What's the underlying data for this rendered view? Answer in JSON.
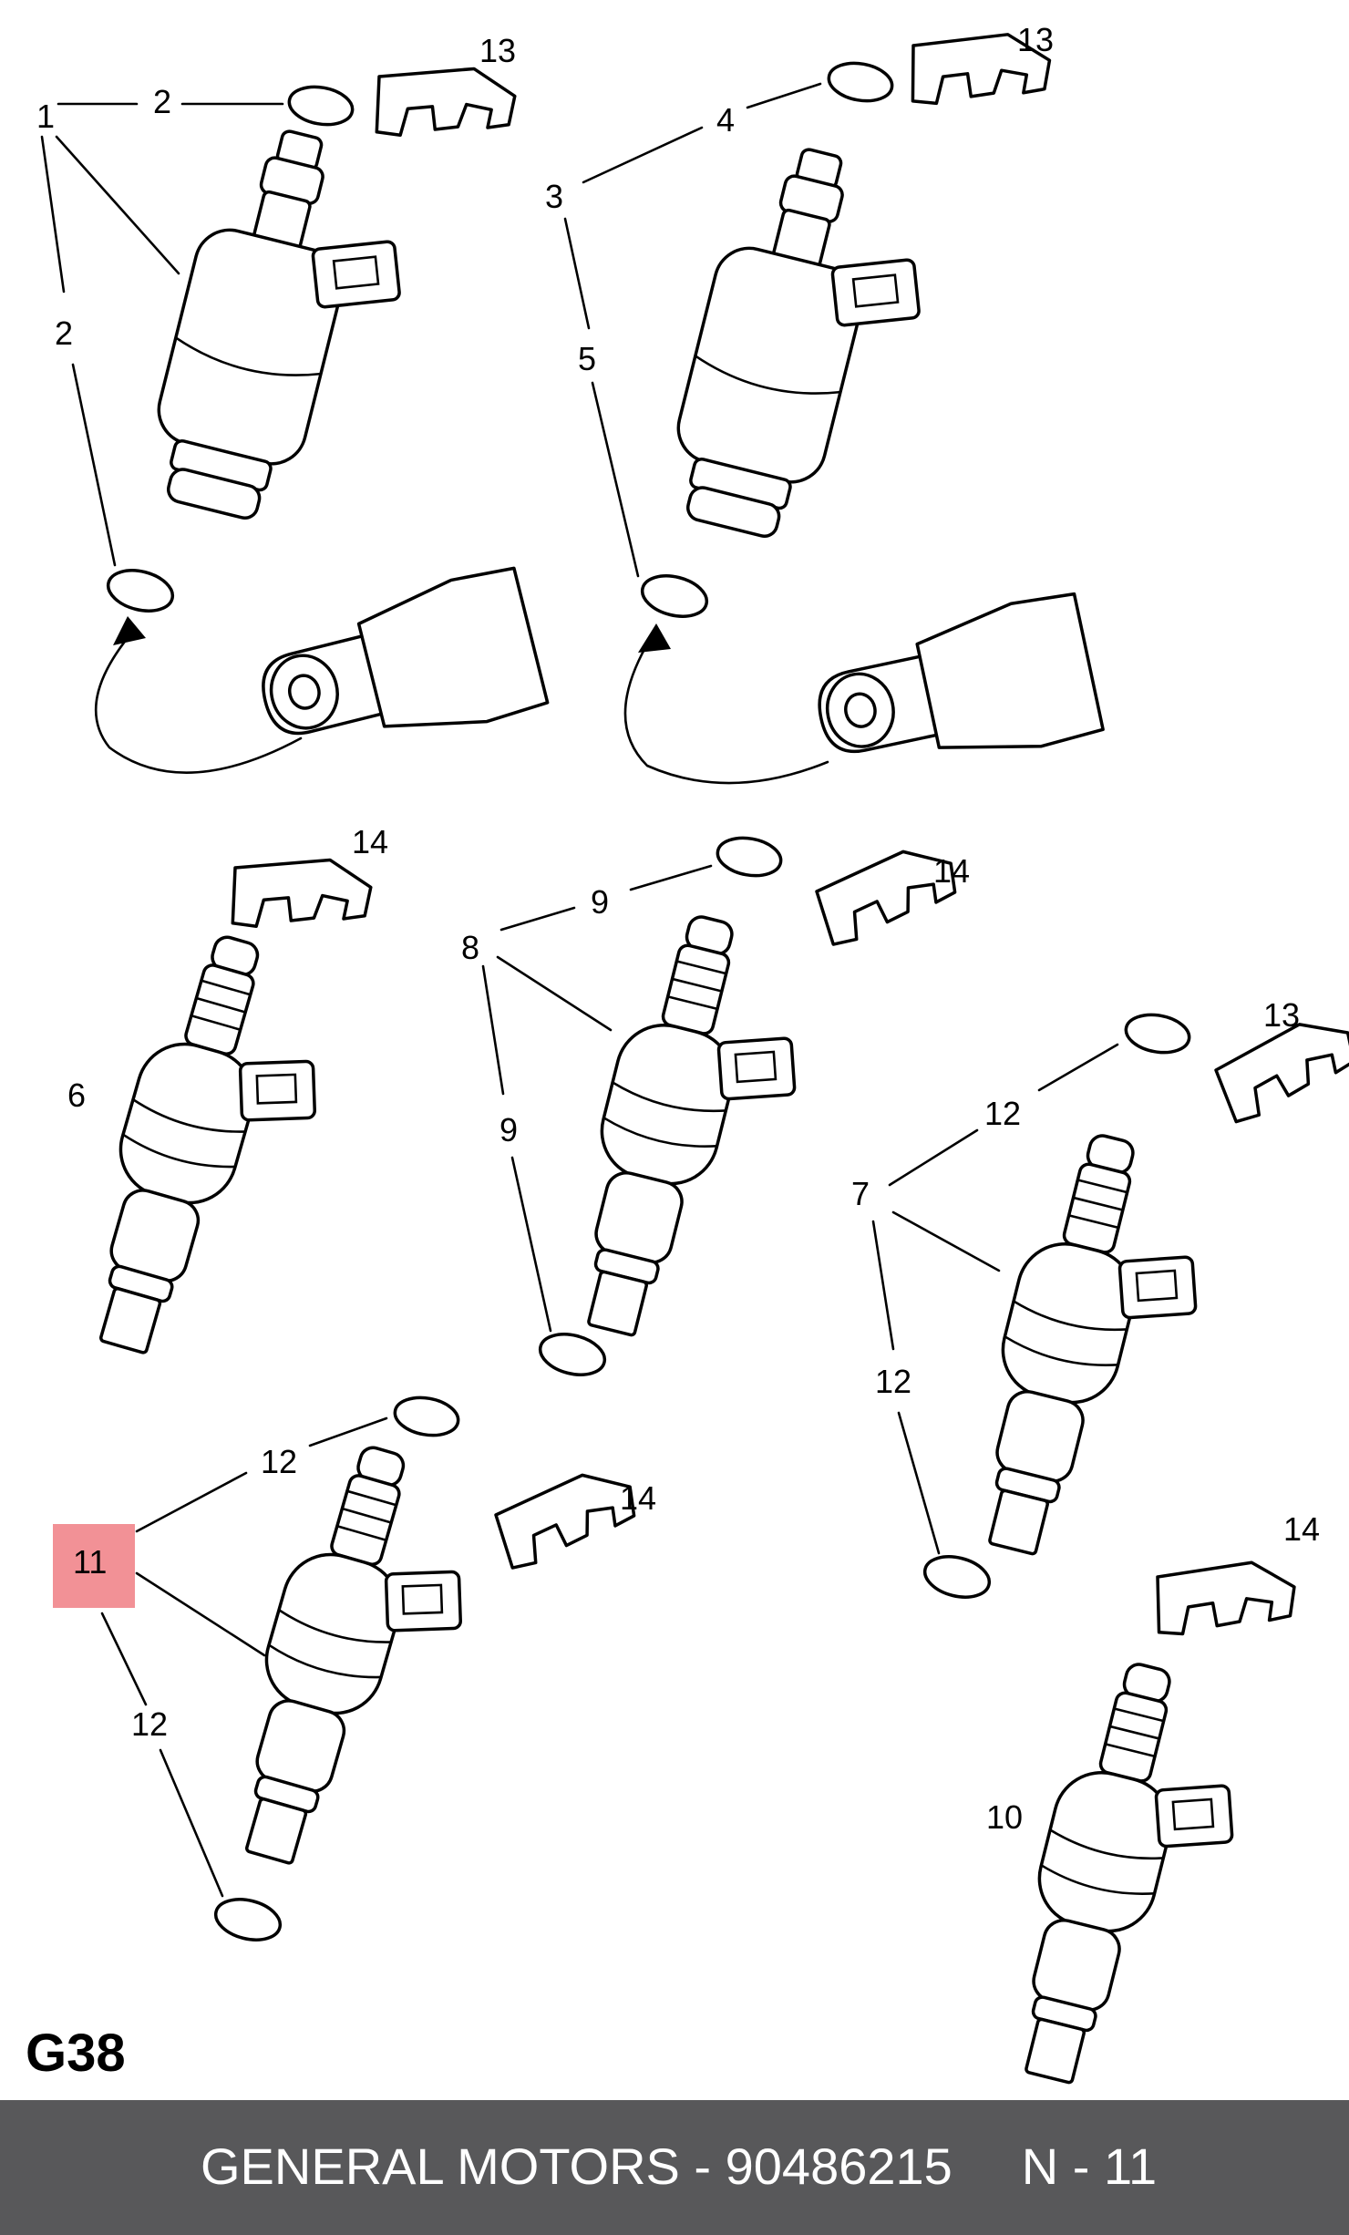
{
  "diagram": {
    "code": "G38",
    "highlight_color": "#f29196",
    "callouts": {
      "c1": "1",
      "c2a": "2",
      "c2b": "2",
      "c3": "3",
      "c4": "4",
      "c5": "5",
      "c6": "6",
      "c7": "7",
      "c8": "8",
      "c9a": "9",
      "c9b": "9",
      "c10": "10",
      "c11": "11",
      "c12a": "12",
      "c12b": "12",
      "c12c": "12",
      "c12d": "12",
      "c13a": "13",
      "c13b": "13",
      "c13c": "13",
      "c14a": "14",
      "c14b": "14",
      "c14c": "14",
      "c14d": "14"
    }
  },
  "footer": {
    "brand": "GENERAL MOTORS",
    "separator": " - ",
    "part_number": "90486215",
    "position": "N - 11"
  }
}
